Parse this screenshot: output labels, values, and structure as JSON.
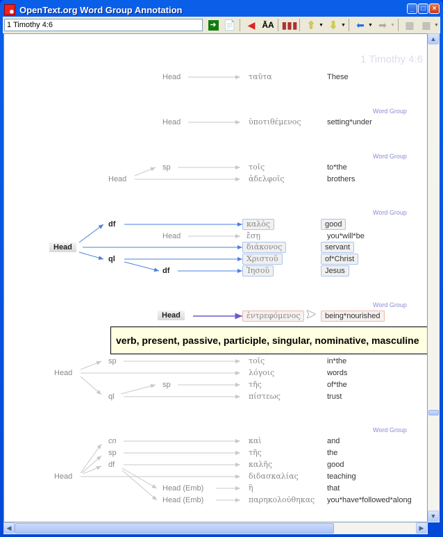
{
  "window": {
    "title": "OpenText.org Word Group Annotation"
  },
  "toolbar": {
    "address_value": "1 Timothy 4:6"
  },
  "reference": "1 Timothy 4:6",
  "word_group_label": "Word Group",
  "groups": [
    {
      "rows": [
        {
          "label": "Head",
          "greek": "ταῦτα",
          "english": "These"
        }
      ]
    },
    {
      "rows": [
        {
          "label": "Head",
          "greek": "ὑποτιθέμενος",
          "english": "setting*under"
        }
      ]
    },
    {
      "rows": [
        {
          "label": "sp",
          "greek": "τοῖς",
          "english": "to*the"
        },
        {
          "label": "Head",
          "greek": "ἀδελφοῖς",
          "english": "brothers"
        }
      ]
    },
    {
      "rows": [
        {
          "label": "df",
          "greek": "καλὸς",
          "english": "good"
        },
        {
          "label": "Head",
          "greek": "ἔσῃ",
          "english": "you*will*be"
        },
        {
          "label": "Head",
          "greek": "διάκονος",
          "english": "servant"
        },
        {
          "label": "ql",
          "greek": "Χριστοῦ",
          "english": "of*Christ"
        },
        {
          "label": "df",
          "greek": "Ἰησοῦ",
          "english": "Jesus"
        }
      ]
    },
    {
      "rows": [
        {
          "label": "Head",
          "greek": "ἐντρεφόμενος",
          "english": "being*nourished"
        }
      ]
    },
    {
      "rows": [
        {
          "label": "sp",
          "greek": "τοῖς",
          "english": "in*the"
        },
        {
          "label": "Head",
          "greek": "λόγοις",
          "english": "words"
        },
        {
          "label": "sp",
          "greek": "τῆς",
          "english": "of*the"
        },
        {
          "label": "ql",
          "greek": "πίστεως",
          "english": "trust"
        }
      ]
    },
    {
      "rows": [
        {
          "label": "cn",
          "greek": "καὶ",
          "english": "and"
        },
        {
          "label": "sp",
          "greek": "τῆς",
          "english": "the"
        },
        {
          "label": "df",
          "greek": "καλῆς",
          "english": "good"
        },
        {
          "label": "Head",
          "greek": "διδασκαλίας",
          "english": "teaching"
        },
        {
          "label": "Head (Emb)",
          "greek": "ἣ",
          "english": "that"
        },
        {
          "label": "Head (Emb)",
          "greek": "παρηκολούθηκας",
          "english": "you*have*followed*along"
        }
      ]
    }
  ],
  "tooltip": "verb, present, passive, participle, singular, nominative, masculine",
  "colors": {
    "accent_blue": "#4a7fe0",
    "head_purple": "#6a5acd",
    "tooltip_bg": "#ffffe1"
  }
}
